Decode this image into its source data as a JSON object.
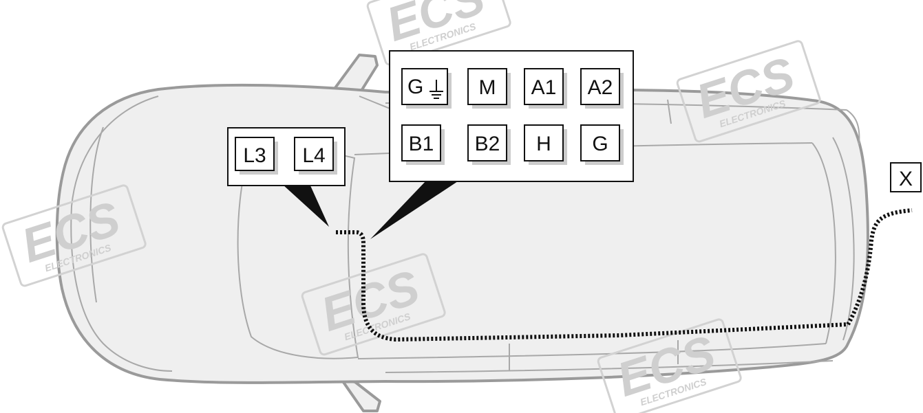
{
  "connectors_front": [
    "L3",
    "L4"
  ],
  "connectors_main_row1": [
    "G",
    "M",
    "A1",
    "A2"
  ],
  "connectors_main_row2": [
    "B1",
    "B2",
    "H",
    "G"
  ],
  "connector_rear": "X",
  "watermark": {
    "logo": "ECS",
    "text": "ELECTRONICS"
  },
  "colors": {
    "car_fill": "#efefef",
    "car_outline": "#9a9a9a",
    "wire": "#111111",
    "watermark": "#d2d2d2"
  }
}
